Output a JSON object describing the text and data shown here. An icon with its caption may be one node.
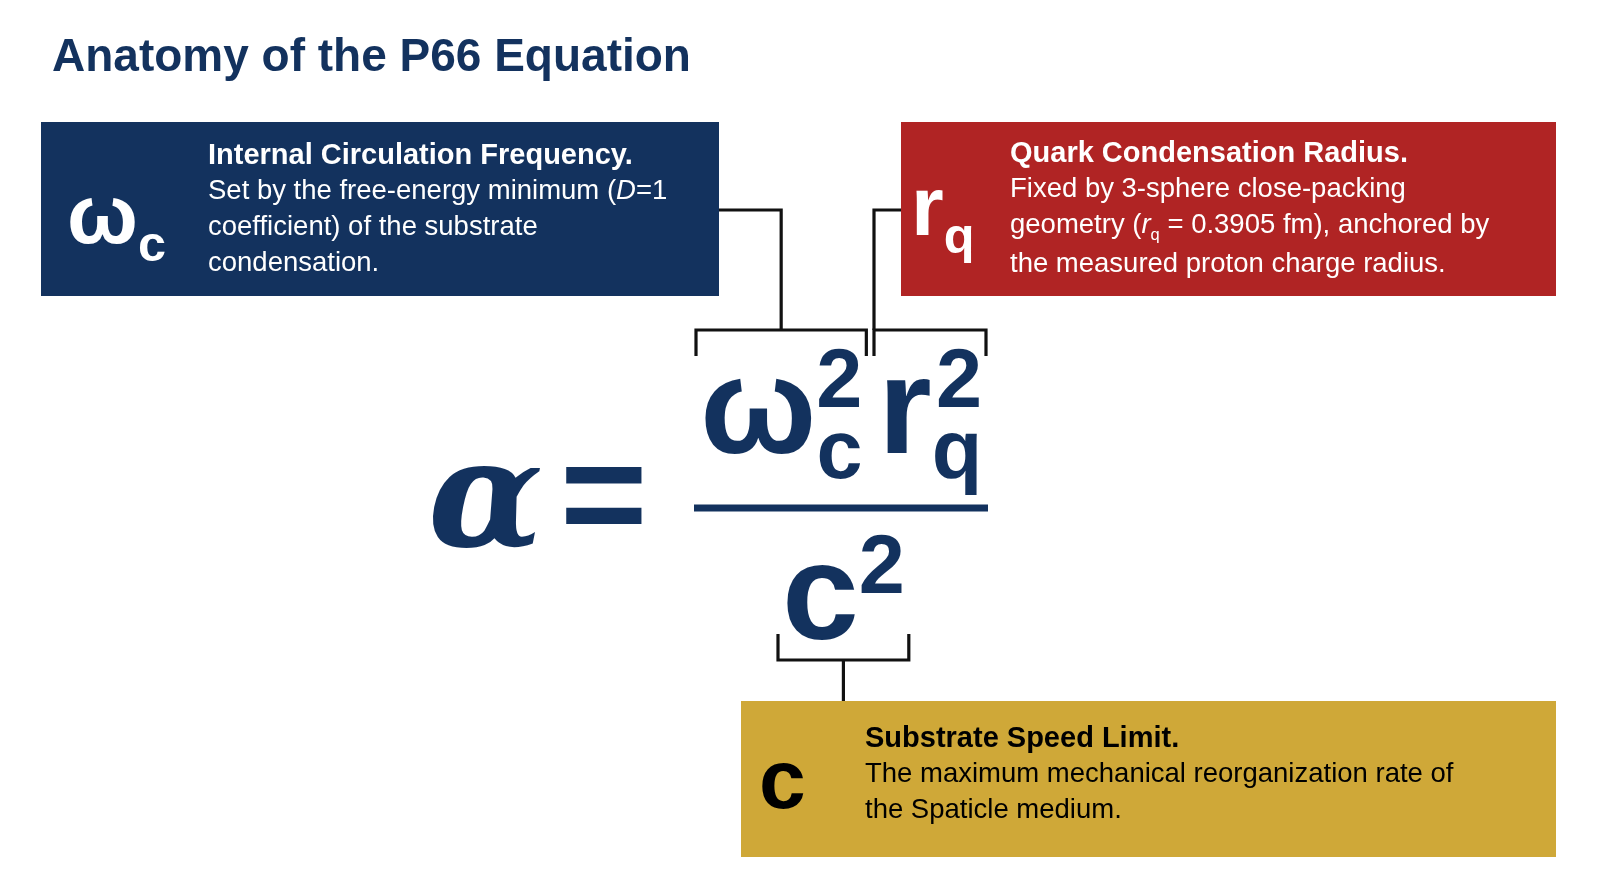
{
  "diagram": {
    "title": "Anatomy of the P66 Equation",
    "nodes": [
      {
        "text": [
          "ω$_{c}$",
          "Internal Circulation Frequency.",
          "Set by the free-energy minimum (*D*=1 coefficient) of the substrate condensation."
        ]
      },
      {
        "text": [
          "r$_{q}$",
          "Quark Condensation Radius.",
          "Fixed by 3-sphere close-packing geometry (*r*$_{q}$ = 0.3905 fm), anchored by the measured proton charge radius."
        ]
      },
      {
        "text": [
          "ω$_{c}$$^{2}$"
        ]
      },
      {
        "text": [
          "r$_{q}$$^{2}$"
        ]
      },
      {
        "text": [
          "c$^{2}$"
        ]
      },
      {
        "text": [
          "c",
          "Substrate Speed Limit.",
          "The maximum mechanical reorganization rate of the Spaticle medium."
        ]
      }
    ],
    "edges": [
      {
        "from": 0,
        "to": 2,
        "arrow": "none"
      },
      {
        "from": 1,
        "to": 3,
        "arrow": "none"
      },
      {
        "from": 5,
        "to": 4,
        "arrow": "none"
      }
    ],
    "labels": [
      "α",
      "="
    ]
  }
}
